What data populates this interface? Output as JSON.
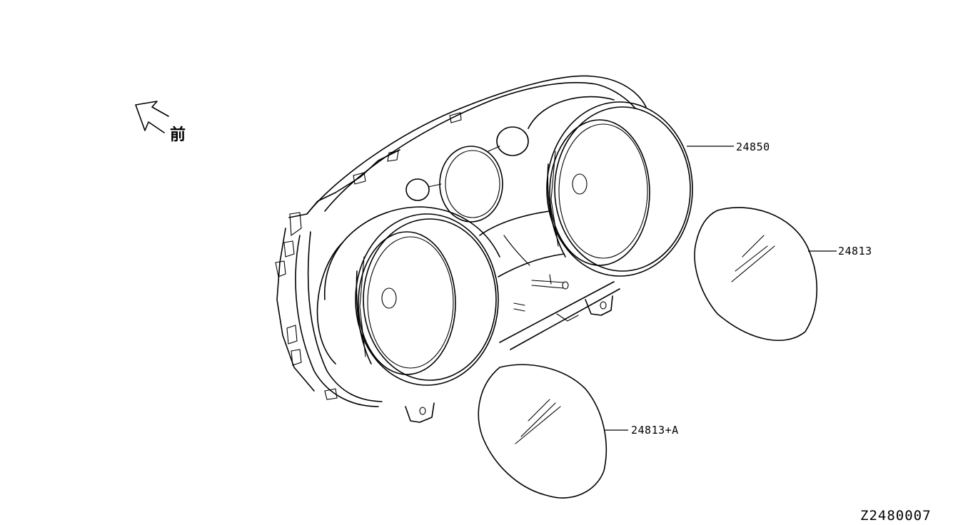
{
  "front_label": "前",
  "parts": [
    {
      "id": "meter_assembly",
      "number": "24850"
    },
    {
      "id": "lens_right",
      "number": "24813"
    },
    {
      "id": "lens_left",
      "number": "24813+A"
    }
  ],
  "illustration_code": "Z2480007",
  "icons": [
    "front-direction-arrow-icon"
  ]
}
